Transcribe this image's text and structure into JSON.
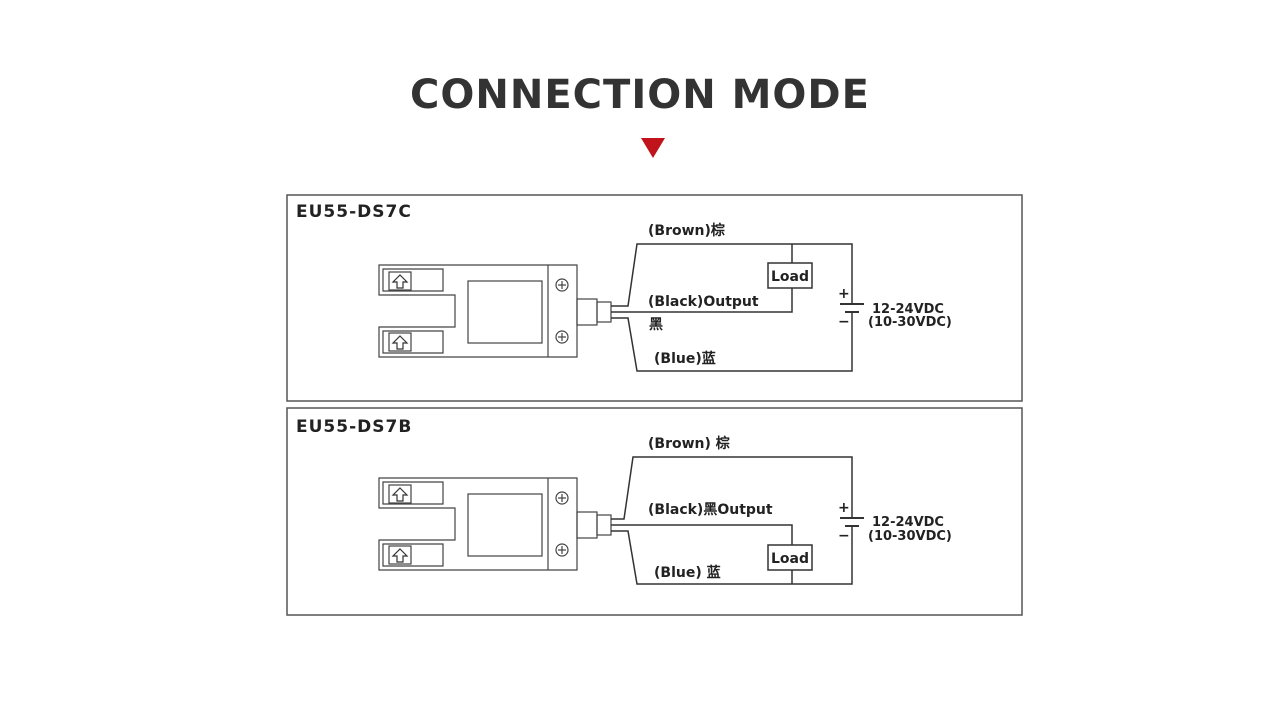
{
  "page": {
    "title": "CONNECTION MODE"
  },
  "panels": [
    {
      "model": "EU55-DS7C",
      "brown_label": "(Brown)棕",
      "black_label": "(Black)Output",
      "black_label_zh": "黑",
      "blue_label": "(Blue)蓝",
      "load_label": "Load",
      "voltage_main": "12-24VDC",
      "voltage_alt": "(10-30VDC)",
      "plus": "+",
      "minus": "−"
    },
    {
      "model": "EU55-DS7B",
      "brown_label": "(Brown) 棕",
      "black_label": "(Black)黑Output",
      "blue_label": "(Blue) 蓝",
      "load_label": "Load",
      "voltage_main": "12-24VDC",
      "voltage_alt": "(10-30VDC)",
      "plus": "+",
      "minus": "−"
    }
  ],
  "colors": {
    "accent": "#c0131b"
  }
}
